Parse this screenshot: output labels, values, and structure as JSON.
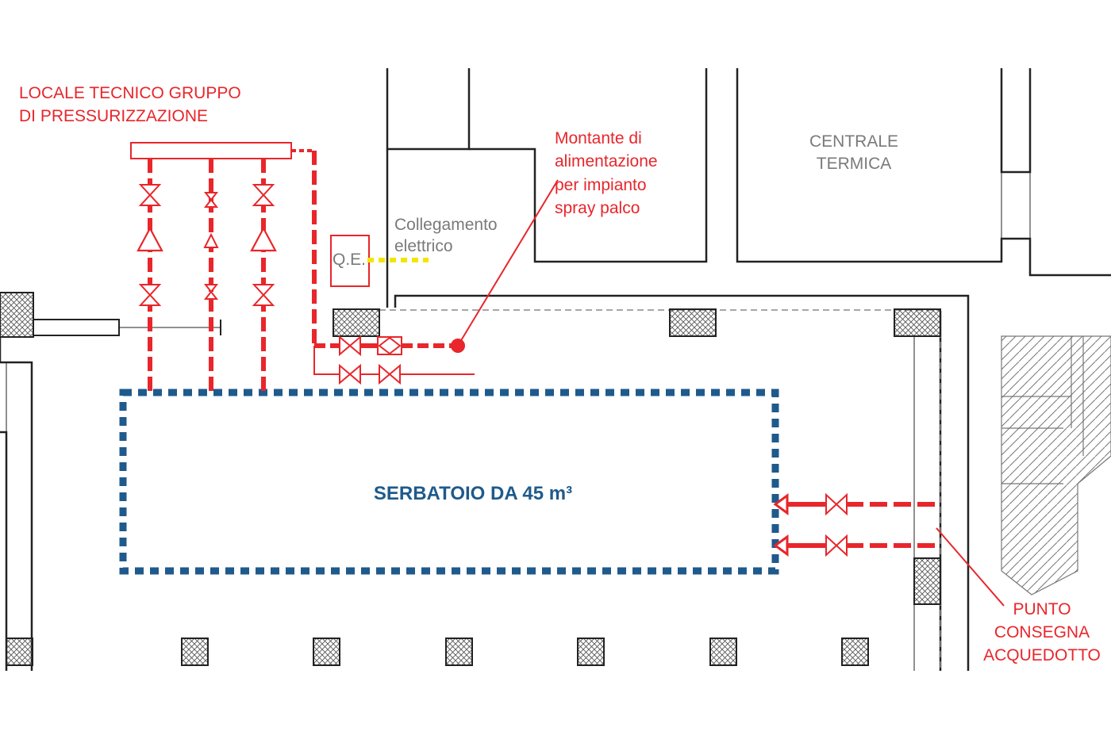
{
  "labels": {
    "locale_tecnico_line1": "LOCALE TECNICO GRUPPO",
    "locale_tecnico_line2": "DI PRESSURIZZAZIONE",
    "montante_line1": "Montante di",
    "montante_line2": "alimentazione",
    "montante_line3": "per impianto",
    "montante_line4": "spray palco",
    "centrale_line1": "CENTRALE",
    "centrale_line2": "TERMICA",
    "collegamento_line1": "Collegamento",
    "collegamento_line2": "elettrico",
    "qe": "Q.E.",
    "serbatoio": "SERBATOIO DA 45 m³",
    "punto_line1": "PUNTO",
    "punto_line2": "CONSEGNA",
    "punto_line3": "ACQUEDOTTO"
  },
  "colors": {
    "pipe_red": "#e8262b",
    "tank_blue": "#1f5a8c",
    "electric_yellow": "#f2e600",
    "wall_black": "#222222",
    "label_gray": "#7a7a7a"
  }
}
